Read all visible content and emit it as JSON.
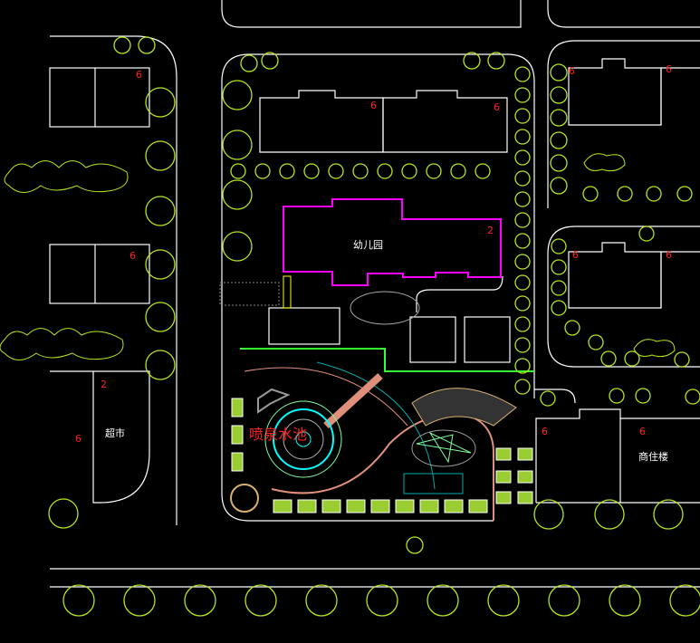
{
  "drawing": {
    "labels": {
      "kindergarten": "幼儿园",
      "supermarket": "超市",
      "commercial_residential": "商住楼",
      "fountain_pool": "喷泉水池"
    },
    "floor_counts": {
      "left_top": "6",
      "left_mid": "6",
      "left_bottom_a": "2",
      "left_bottom_b": "6",
      "center_left": "6",
      "center_right": "6",
      "kindergarten": "2",
      "right_top_a": "6",
      "right_top_b": "6",
      "right_mid_a": "6",
      "right_mid_b": "6",
      "right_bottom_a": "6",
      "right_bottom_b": "6"
    },
    "colors": {
      "background": "#000000",
      "lines": "#ffffff",
      "trees": "#b5e61d",
      "kindergarten_outline": "#ff00ff",
      "floor_numbers": "#ff2020",
      "paths": "#e0907a",
      "water": "#00ffff",
      "green_edge": "#33ff33"
    }
  }
}
